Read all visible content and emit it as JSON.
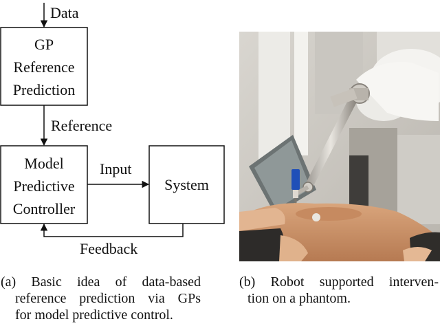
{
  "diagram": {
    "input_label": "Data",
    "gp_box": [
      "GP",
      "Reference",
      "Prediction"
    ],
    "reference_label": "Reference",
    "mpc_box": [
      "Model",
      "Predictive",
      "Controller"
    ],
    "input_arrow_label": "Input",
    "system_box": [
      "System"
    ],
    "feedback_label": "Feedback"
  },
  "captions": {
    "left": [
      "(a) Basic idea of data-based",
      "reference prediction via GPs",
      "for model predictive control."
    ],
    "right": [
      "(b) Robot supported interven-",
      "tion on a phantom."
    ]
  },
  "colors": {
    "line": "#111111",
    "background": "#ffffff"
  }
}
